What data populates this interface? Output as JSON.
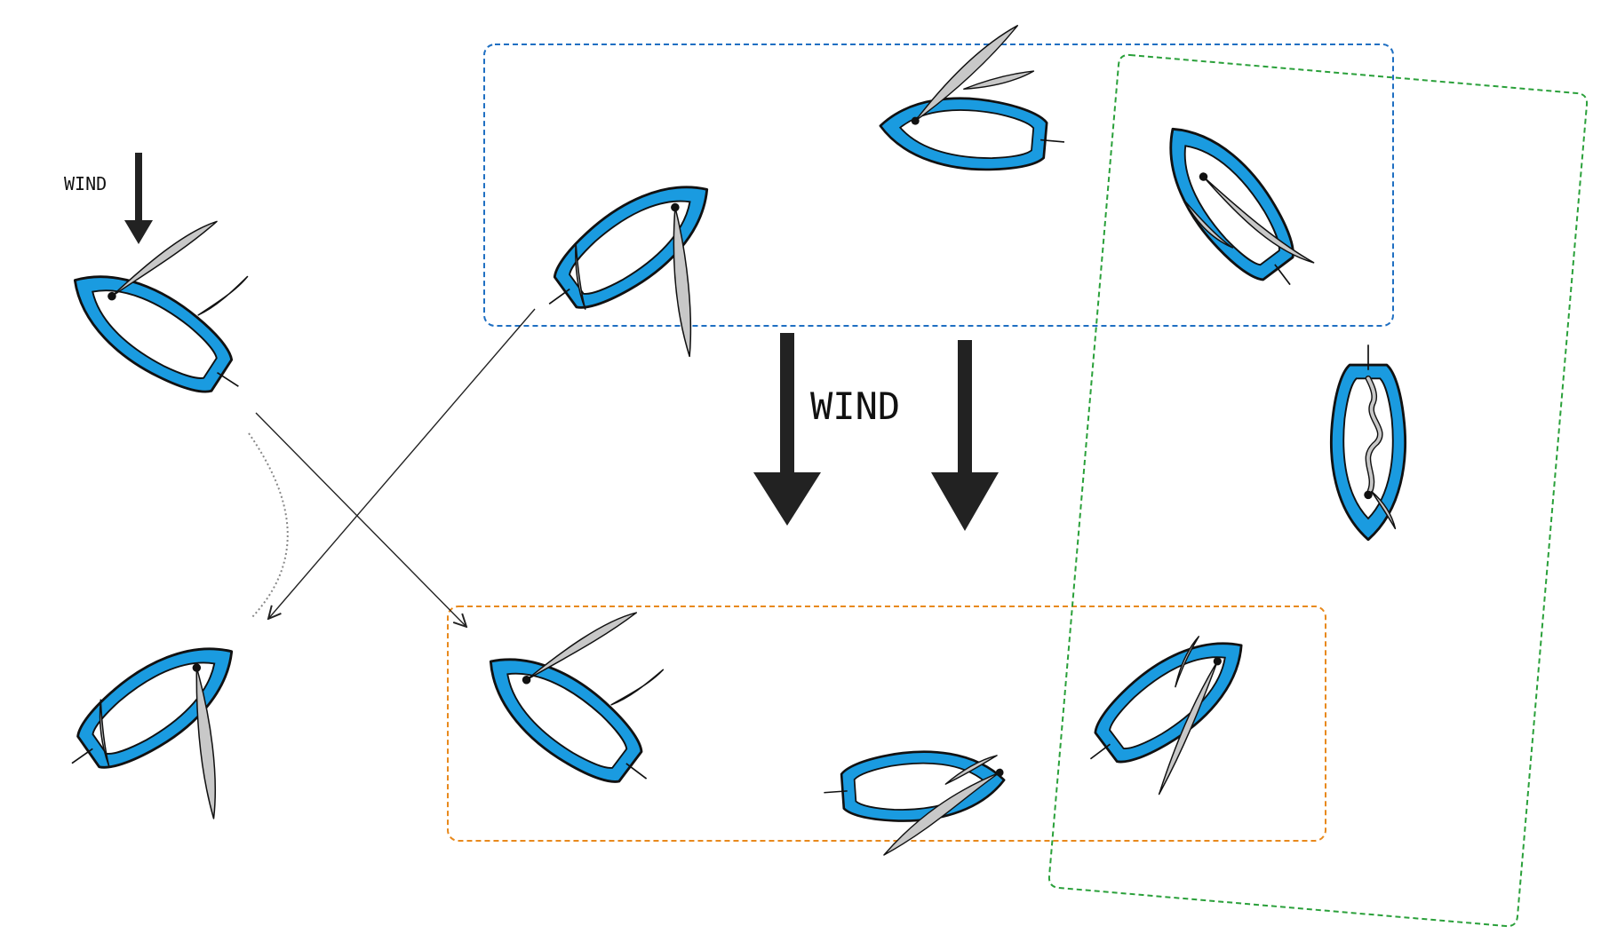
{
  "diagram": {
    "wind_label_small": "WIND",
    "wind_label_large": "WIND",
    "colors": {
      "hull": "#1a9be0",
      "sail": "#c8c8c8",
      "box_upwind": "#1f6fc2",
      "box_downwind": "#e8891c",
      "box_rotated": "#2aa03a",
      "arrow": "#222222"
    },
    "groups": [
      {
        "id": "box-upwind",
        "color_ref": "box_upwind"
      },
      {
        "id": "box-downwind",
        "color_ref": "box_downwind"
      },
      {
        "id": "box-rotated",
        "color_ref": "box_rotated"
      }
    ]
  }
}
